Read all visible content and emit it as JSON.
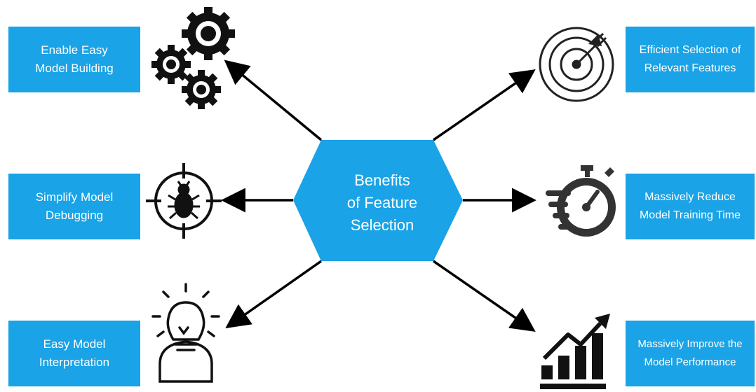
{
  "colors": {
    "accent": "#1aa3e6",
    "arrow": "#000000",
    "icon": "#111111"
  },
  "center": {
    "line1": "Benefits",
    "line2": "of Feature",
    "line3": "Selection"
  },
  "benefits": [
    {
      "line1": "Enable Easy",
      "line2": "Model Building",
      "icon": "gears-icon"
    },
    {
      "line1": "Simplify Model",
      "line2": "Debugging",
      "icon": "bug-target-icon"
    },
    {
      "line1": "Easy Model",
      "line2": "Interpretation",
      "icon": "lightbulb-head-icon"
    },
    {
      "line1": "Efficient Selection of",
      "line2": "Relevant Features",
      "icon": "target-arrow-icon"
    },
    {
      "line1": "Massively Reduce",
      "line2": "Model Training Time",
      "icon": "stopwatch-icon"
    },
    {
      "line1": "Massively Improve the",
      "line2": "Model Performance",
      "icon": "growth-chart-icon"
    }
  ]
}
